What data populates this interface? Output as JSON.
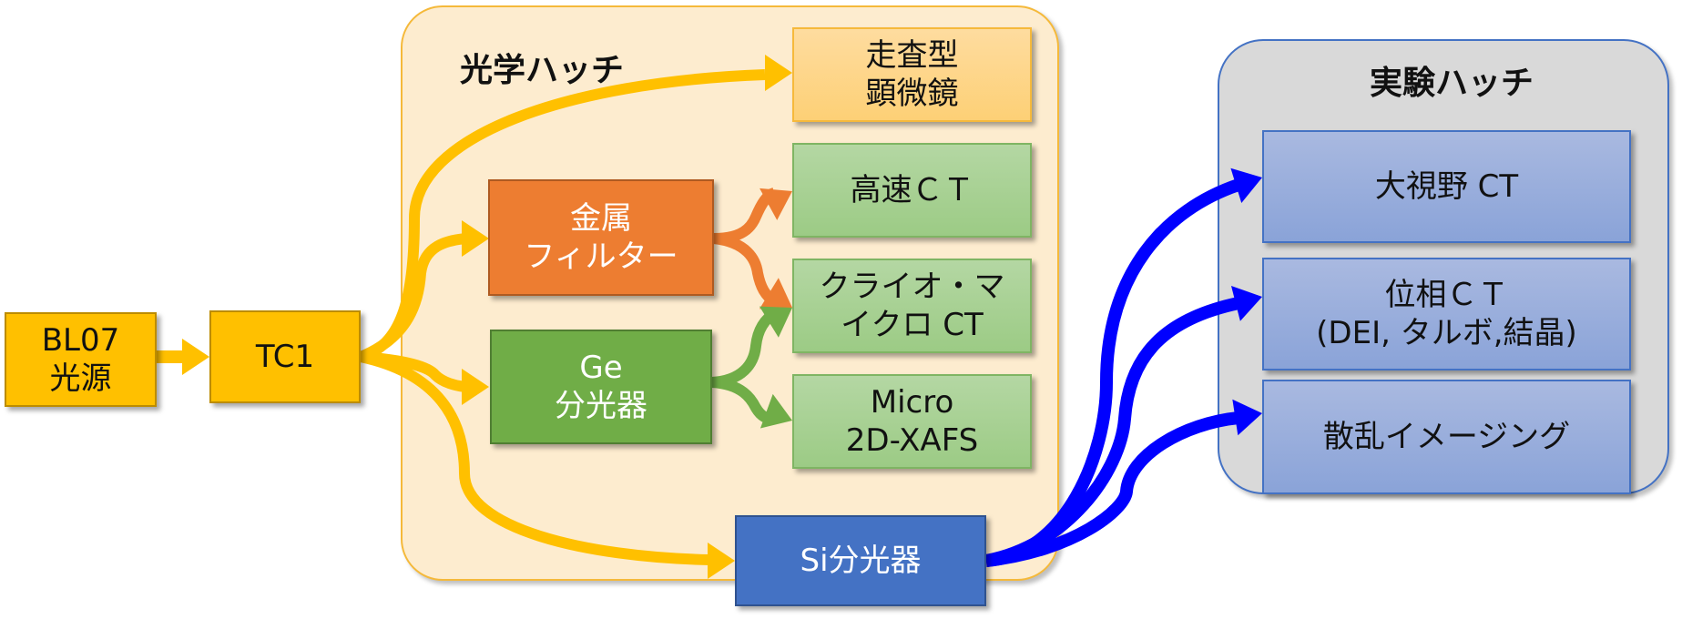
{
  "diagram": {
    "groups": {
      "optical_hatch": {
        "title": "光学ハッチ"
      },
      "experimental_hatch": {
        "title": "実験ハッチ"
      }
    },
    "nodes": {
      "bl07_source": {
        "lines": [
          "BL07",
          "光源"
        ]
      },
      "tc1": {
        "lines": [
          "TC1"
        ]
      },
      "scanning_microscope": {
        "lines": [
          "走査型",
          "顕微鏡"
        ]
      },
      "metal_filter": {
        "lines": [
          "金属",
          "フィルター"
        ]
      },
      "ge_monochromator": {
        "lines": [
          "Ge",
          "分光器"
        ]
      },
      "high_speed_ct": {
        "lines": [
          "高速ＣＴ"
        ]
      },
      "cryo_micro_ct": {
        "lines": [
          "クライオ・マ",
          "イクロ CT"
        ]
      },
      "micro_2d_xafs": {
        "lines": [
          "Micro",
          "2D-XAFS"
        ]
      },
      "si_monochromator": {
        "lines": [
          "Si分光器"
        ]
      },
      "wide_field_ct": {
        "lines": [
          "大視野 CT"
        ]
      },
      "phase_ct": {
        "lines": [
          "位相ＣＴ",
          "(DEI, タルボ,結晶)"
        ]
      },
      "scattering_imaging": {
        "lines": [
          "散乱イメージング"
        ]
      }
    },
    "edges": [
      {
        "from": "bl07_source",
        "to": "tc1",
        "color": "#ffc000"
      },
      {
        "from": "tc1",
        "to": "scanning_microscope",
        "color": "#ffc000"
      },
      {
        "from": "tc1",
        "to": "metal_filter",
        "color": "#ffc000"
      },
      {
        "from": "tc1",
        "to": "ge_monochromator",
        "color": "#ffc000"
      },
      {
        "from": "tc1",
        "to": "si_monochromator",
        "color": "#ffc000"
      },
      {
        "from": "metal_filter",
        "to": "high_speed_ct",
        "color": "#ed7d31"
      },
      {
        "from": "metal_filter",
        "to": "cryo_micro_ct",
        "color": "#ed7d31"
      },
      {
        "from": "ge_monochromator",
        "to": "cryo_micro_ct",
        "color": "#70ad47"
      },
      {
        "from": "ge_monochromator",
        "to": "micro_2d_xafs",
        "color": "#70ad47"
      },
      {
        "from": "si_monochromator",
        "to": "wide_field_ct",
        "color": "#0000ff"
      },
      {
        "from": "si_monochromator",
        "to": "phase_ct",
        "color": "#0000ff"
      },
      {
        "from": "si_monochromator",
        "to": "scattering_imaging",
        "color": "#0000ff"
      }
    ]
  }
}
